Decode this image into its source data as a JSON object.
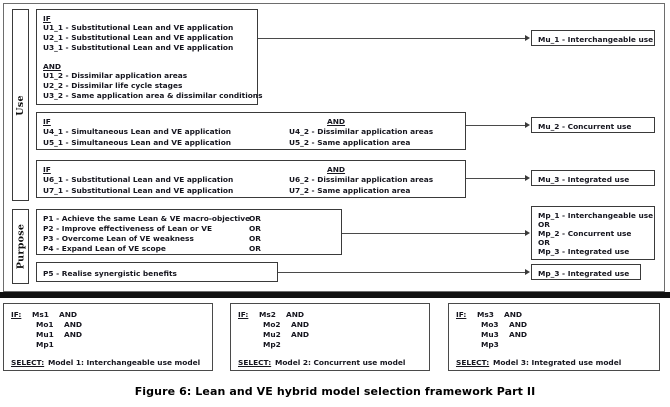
{
  "figure": {
    "caption": "Figure 6: Lean and VE hybrid model selection framework Part II"
  },
  "sections": {
    "use_label": "Use",
    "purpose_label": "Purpose"
  },
  "keywords": {
    "if": "IF",
    "and": "AND",
    "or": "OR",
    "if_colon": "IF:",
    "select": "SELECT:"
  },
  "use": {
    "group1": {
      "if_header": "IF",
      "if_rows": [
        "U1_1 -  Substitutional Lean and VE application",
        "U2_1 -  Substitutional Lean and VE application",
        "U3_1 -  Substitutional Lean and VE application"
      ],
      "and_header": "AND",
      "and_rows": [
        "U1_2 -  Dissimilar application areas",
        "U2_2 - Dissimilar life cycle stages",
        "U3_2 - Same application area & dissimilar conditions"
      ],
      "result": "Mu_1 - Interchangeable use"
    },
    "group2": {
      "if_header": "IF",
      "if_rows": [
        "U4_1 -  Simultaneous Lean and VE application",
        "U5_1 -  Simultaneous Lean and VE application"
      ],
      "and_header": "AND",
      "and_rows": [
        "U4_2 -  Dissimilar application areas",
        "U5_2 - Same application area"
      ],
      "result": "Mu_2 - Concurrent use"
    },
    "group3": {
      "if_header": "IF",
      "if_rows": [
        "U6_1 -  Substitutional Lean and VE application",
        "U7_1 -  Substitutional Lean and VE application"
      ],
      "and_header": "AND",
      "and_rows": [
        "U6_2 -  Dissimilar application areas",
        "U7_2 - Same application area"
      ],
      "result": "Mu_3 - Integrated use"
    }
  },
  "purpose": {
    "group1": {
      "rows": [
        {
          "text": "P1 - Achieve the same Lean & VE macro-objective",
          "op": "OR"
        },
        {
          "text": "P2 -  Improve effectiveness of Lean or VE",
          "op": "OR"
        },
        {
          "text": "P3 -  Overcome Lean of VE weakness",
          "op": "OR"
        },
        {
          "text": "P4 -  Expand Lean of VE scope",
          "op": "OR"
        }
      ],
      "result_rows": [
        "Mp_1 - Interchangeable use",
        "OR",
        "Mp_2 - Concurrent use",
        "OR",
        "Mp_3 - Integrated use"
      ]
    },
    "group2": {
      "rows": [
        {
          "text": "P5 - Realise synergistic benefits",
          "op": ""
        }
      ],
      "result": "Mp_3 - Integrated use"
    }
  },
  "models": [
    {
      "if_label": "IF:",
      "conditions": [
        {
          "code": "Ms1",
          "op": "AND"
        },
        {
          "code": "Mo1",
          "op": "AND"
        },
        {
          "code": "Mu1",
          "op": "AND"
        },
        {
          "code": "Mp1",
          "op": ""
        }
      ],
      "select_label": "SELECT:",
      "select_value": "Model 1: Interchangeable use model"
    },
    {
      "if_label": "IF:",
      "conditions": [
        {
          "code": "Ms2",
          "op": "AND"
        },
        {
          "code": "Mo2",
          "op": "AND"
        },
        {
          "code": "Mu2",
          "op": "AND"
        },
        {
          "code": "Mp2",
          "op": ""
        }
      ],
      "select_label": "SELECT:",
      "select_value": "Model 2: Concurrent use model"
    },
    {
      "if_label": "IF:",
      "conditions": [
        {
          "code": "Ms3",
          "op": "AND"
        },
        {
          "code": "Mo3",
          "op": "AND"
        },
        {
          "code": "Mu3",
          "op": "AND"
        },
        {
          "code": "Mp3",
          "op": ""
        }
      ],
      "select_label": "SELECT:",
      "select_value": "Model 3: Integrated use model"
    }
  ],
  "colors": {
    "text": "#16161f",
    "border": "#3a3a3a",
    "line": "#4a4a4a",
    "divider": "#111111"
  }
}
